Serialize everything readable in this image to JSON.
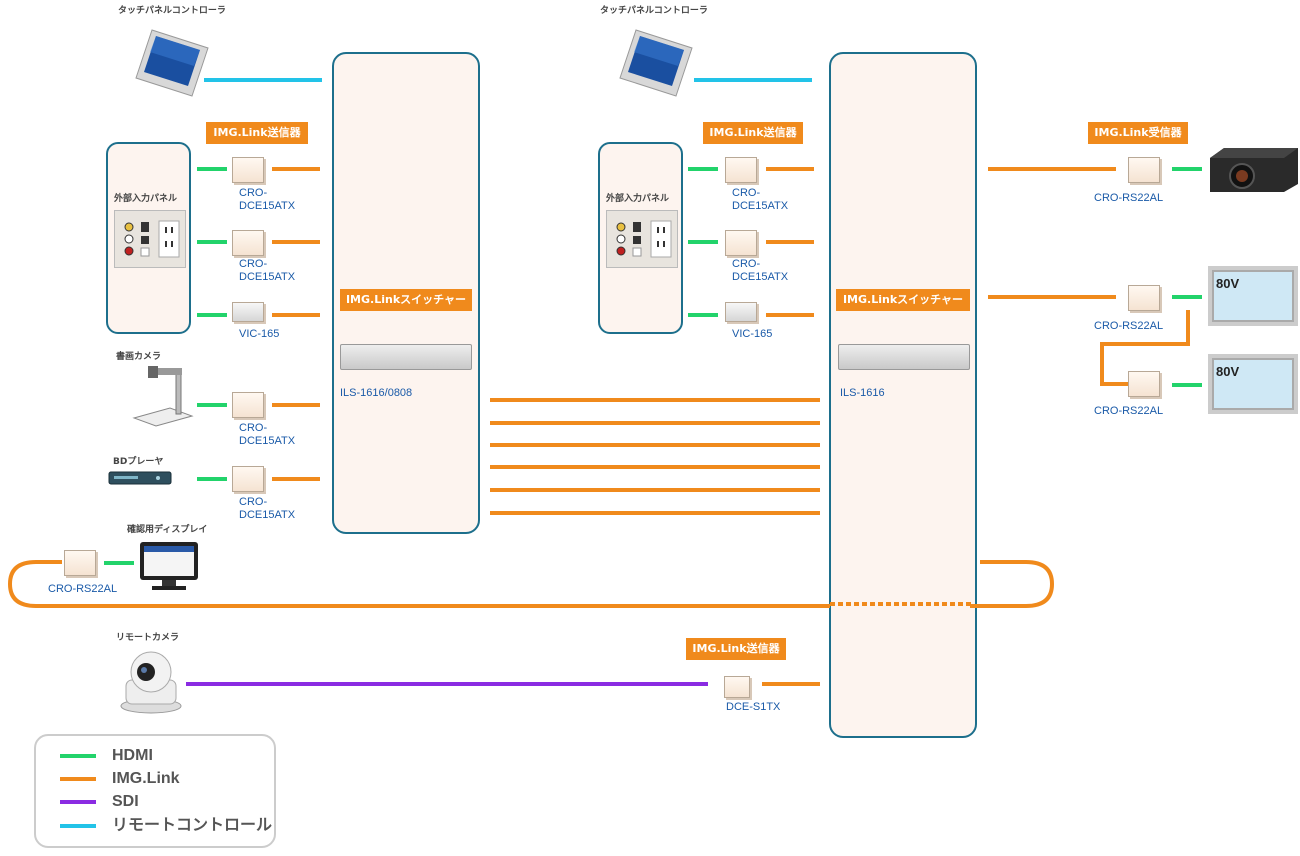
{
  "left": {
    "touch_panel_caption": "タッチパネルコントローラ",
    "tx_tag": "IMG.Link送信器",
    "ext_panel_caption": "外部入力パネル",
    "tx1_model": "CRO-\nDCE15ATX",
    "tx2_model": "CRO-\nDCE15ATX",
    "vic_model": "VIC-165",
    "doc_cam_caption": "書画カメラ",
    "tx3_model": "CRO-\nDCE15ATX",
    "bd_caption": "BDプレーヤ",
    "tx4_model": "CRO-\nDCE15ATX",
    "switcher_tag": "IMG.Linkスイッチャー",
    "switcher_model": "ILS-1616/0808"
  },
  "right": {
    "touch_panel_caption": "タッチパネルコントローラ",
    "tx_tag": "IMG.Link送信器",
    "ext_panel_caption": "外部入力パネル",
    "tx1_model": "CRO-\nDCE15ATX",
    "tx2_model": "CRO-\nDCE15ATX",
    "vic_model": "VIC-165",
    "switcher_tag": "IMG.Linkスイッチャー",
    "switcher_model": "ILS-1616"
  },
  "outputs": {
    "rx_tag": "IMG.Link受信器",
    "rx1_model": "CRO-RS22AL",
    "rx2_model": "CRO-RS22AL",
    "rx3_model": "CRO-RS22AL",
    "screen1_label": "80V",
    "screen2_label": "80V"
  },
  "confirm": {
    "caption": "確認用ディスプレイ",
    "rx_model": "CRO-RS22AL"
  },
  "remote_cam": {
    "caption": "リモートカメラ",
    "tx_tag": "IMG.Link送信器",
    "tx_model": "DCE-S1TX"
  },
  "legend": {
    "items": [
      {
        "label": "HDMI",
        "color": "#22d36b"
      },
      {
        "label": "IMG.Link",
        "color": "#f08a1c"
      },
      {
        "label": "SDI",
        "color": "#8a2be2"
      },
      {
        "label": "リモートコントロール",
        "color": "#22c3e8"
      }
    ]
  }
}
